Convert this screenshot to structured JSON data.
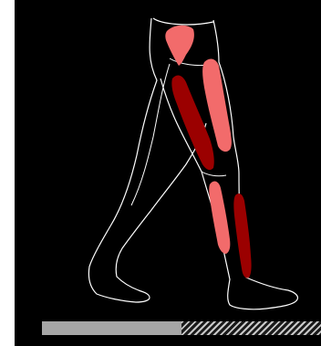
{
  "figure": {
    "subject": "walking-legs-muscle-activation",
    "outline_color": "#ffffff",
    "background_color": "#000000"
  },
  "muscles": {
    "hip": {
      "color": "#f26b6b",
      "state": "active"
    },
    "front_thigh": {
      "color": "#f26b6b",
      "state": "active"
    },
    "back_thigh": {
      "color": "#9b0000",
      "state": "strongly-active"
    },
    "shin": {
      "color": "#f26b6b",
      "state": "active"
    },
    "calf": {
      "color": "#9b0000",
      "state": "strongly-active"
    }
  },
  "gait_cycle": {
    "progress": 0.5,
    "fill_color": "#a6a6a6",
    "remainder_pattern": "diagonal-hatch"
  }
}
